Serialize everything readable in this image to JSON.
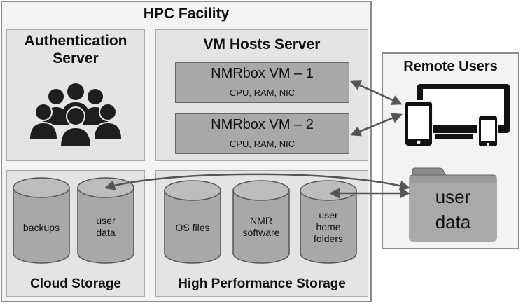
{
  "facility": {
    "title": "HPC Facility"
  },
  "auth": {
    "title_line1": "Authentication",
    "title_line2": "Server",
    "icon": "people-group-icon"
  },
  "vmhosts": {
    "title": "VM Hosts Server",
    "vms": [
      {
        "name": "NMRbox VM – 1",
        "spec": "CPU, RAM, NIC"
      },
      {
        "name": "NMRbox VM – 2",
        "spec": "CPU, RAM, NIC"
      }
    ]
  },
  "cloud": {
    "title": "Cloud Storage",
    "items": [
      {
        "lines": [
          "backups"
        ]
      },
      {
        "lines": [
          "user",
          "data"
        ]
      }
    ]
  },
  "hps": {
    "title": "High Performance Storage",
    "items": [
      {
        "lines": [
          "OS files"
        ]
      },
      {
        "lines": [
          "NMR",
          "software"
        ]
      },
      {
        "lines": [
          "user",
          "home",
          "folders"
        ]
      }
    ]
  },
  "remote": {
    "title": "Remote Users",
    "devices_icon": "devices-icon",
    "folder_icon": "folder-icon",
    "folder_lines": [
      "user",
      "data"
    ]
  },
  "colors": {
    "panel": "#e4e4e4",
    "cylinder": "#a8a8a8",
    "vm_box": "#a8a8a8",
    "arrow": "#555555"
  }
}
